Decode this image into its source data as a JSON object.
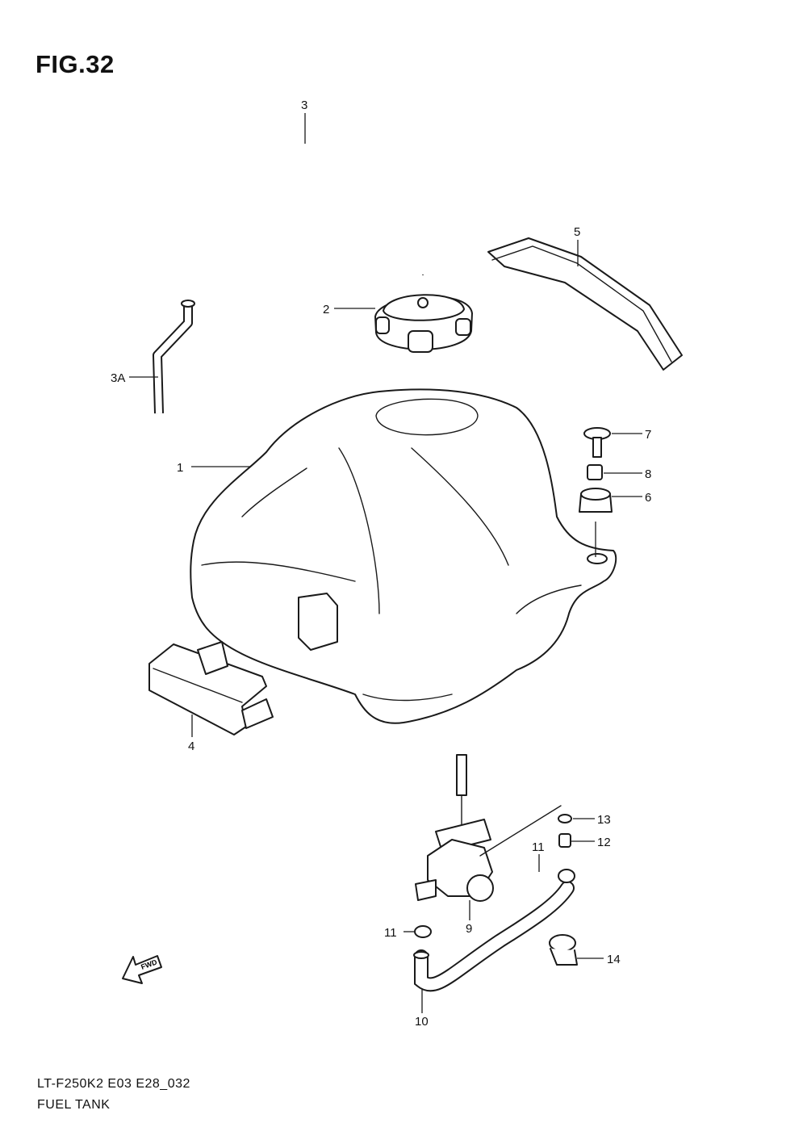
{
  "figure": {
    "title": "FIG.32"
  },
  "footer": {
    "model_code": "LT-F250K2 E03 E28_032",
    "section_name": "FUEL TANK"
  },
  "callouts": {
    "c1": "1",
    "c2": "2",
    "c3": "3",
    "c3a": "3A",
    "c4": "4",
    "c5": "5",
    "c6": "6",
    "c7": "7",
    "c8": "8",
    "c9": "9",
    "c10": "10",
    "c11a": "11",
    "c11b": "11",
    "c12": "12",
    "c13": "13",
    "c14": "14"
  },
  "direction_arrow": {
    "label": "FWD",
    "icon": "forward-arrow-icon"
  }
}
